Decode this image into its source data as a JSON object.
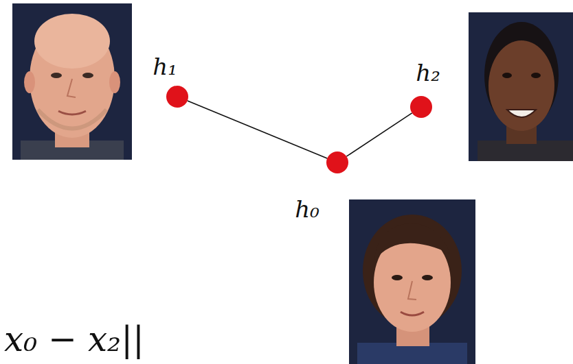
{
  "diagram": {
    "nodes": [
      {
        "text": [
          "h₁"
        ]
      },
      {
        "text": [
          "h₂"
        ]
      },
      {
        "text": [
          "h₀"
        ]
      }
    ],
    "edges": [
      {
        "from": 0,
        "to": 2,
        "arrow": "none"
      },
      {
        "from": 1,
        "to": 2,
        "arrow": "none"
      }
    ],
    "labels": [
      "x₀ − x₂||"
    ]
  }
}
